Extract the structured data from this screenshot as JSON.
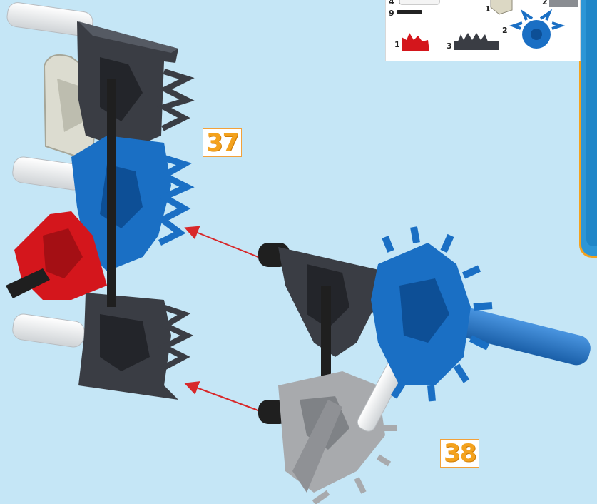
{
  "steps": {
    "first": "37",
    "second": "38"
  },
  "parts_list": {
    "counts": [
      "4",
      "1",
      "2",
      "9",
      "1",
      "3",
      "2"
    ],
    "items": [
      {
        "count": "4",
        "part": "white-rod-icon"
      },
      {
        "count": "1",
        "part": "tan-connector-icon"
      },
      {
        "count": "2",
        "part": "gray-connector-icon"
      },
      {
        "count": "9",
        "part": "black-rod-icon"
      },
      {
        "count": "1",
        "part": "red-connector-icon"
      },
      {
        "count": "3",
        "part": "black-gear-connector-icon"
      },
      {
        "count": "2",
        "part": "blue-wheel-connector-icon"
      }
    ]
  },
  "colors": {
    "background": "#c5e6f6",
    "badge_text": "#f4a21d",
    "arrow": "#d8282a",
    "blue_part": "#1a6fc4",
    "black_part": "#3a3d44",
    "red_part": "#d4161c",
    "gray_part": "#a8aaad",
    "white_rod": "#f4f4f4",
    "tan_part": "#dcdcd0"
  }
}
